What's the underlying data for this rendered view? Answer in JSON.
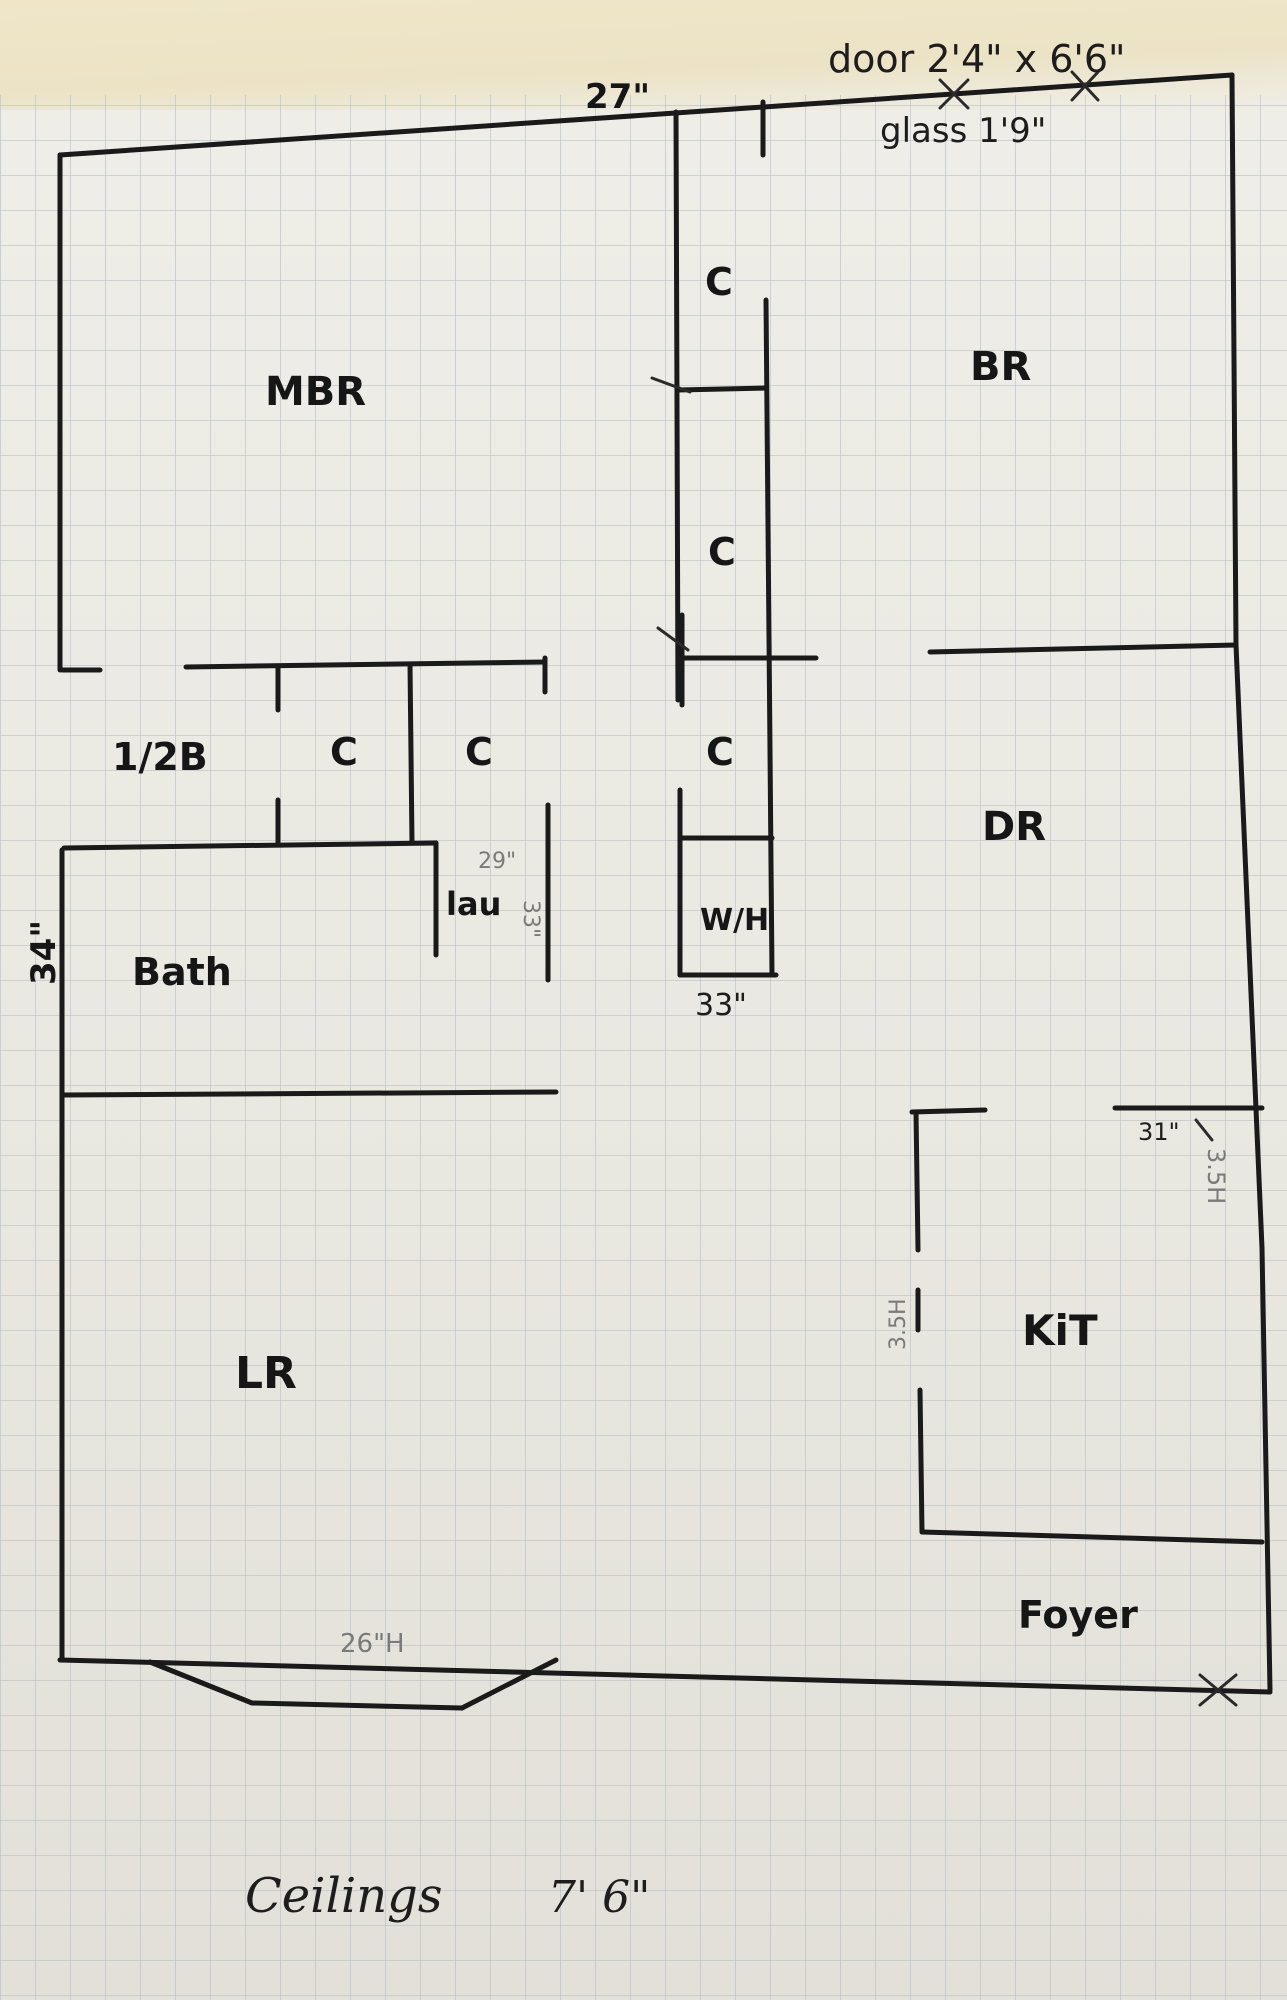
{
  "labels": {
    "door_note": "door 2'4\" x 6'6\"",
    "glass_note": "glass 1'9\"",
    "top_dim": "27\"",
    "mbr": "MBR",
    "br": "BR",
    "closet_1": "C",
    "closet_2": "C",
    "closet_3": "C",
    "closet_4": "C",
    "closet_5": "C",
    "half_bath": "1/2B",
    "dr": "DR",
    "lau": "lau",
    "lau_w": "29\"",
    "lau_h": "33\"",
    "wh": "W/H",
    "wh_dim": "33\"",
    "bath": "Bath",
    "left_dim": "34\"",
    "kit": "KiT",
    "kit_top": "31\"",
    "kit_left": "3.5H",
    "kit_right": "3.5H",
    "lr": "LR",
    "foyer": "Foyer",
    "window_h": "26\"H",
    "ceiling_label": "Ceilings",
    "ceiling_value": "7' 6\""
  }
}
